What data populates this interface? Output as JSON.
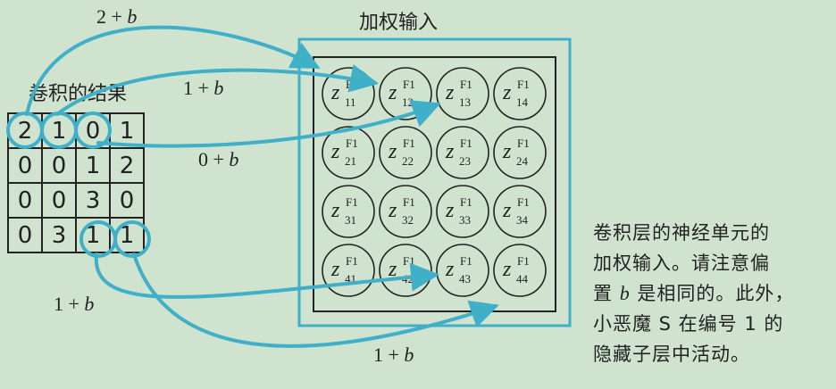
{
  "labels": {
    "conv_result": "卷积的结果",
    "weighted_input": "加权输入"
  },
  "edge_labels": [
    "2 + b",
    "1 + b",
    "0 + b",
    "1 + b",
    "1 + b"
  ],
  "grid": [
    [
      "2",
      "1",
      "0",
      "1"
    ],
    [
      "0",
      "0",
      "1",
      "2"
    ],
    [
      "0",
      "0",
      "3",
      "0"
    ],
    [
      "0",
      "3",
      "1",
      "1"
    ]
  ],
  "neuron_symbol": "z",
  "neuron_superscript": "F1",
  "neurons": [
    [
      "11",
      "12",
      "13",
      "14"
    ],
    [
      "21",
      "22",
      "23",
      "24"
    ],
    [
      "31",
      "32",
      "33",
      "34"
    ],
    [
      "41",
      "42",
      "43",
      "44"
    ]
  ],
  "caption": {
    "line1": "卷积层的神经单元的",
    "line2": "加权输入。请注意偏",
    "line3_pre": "置 ",
    "line3_var": "b",
    "line3_post": " 是相同的。此外，",
    "line4": "小恶魔 S 在编号 1 的",
    "line5": "隐藏子层中活动。"
  },
  "colors": {
    "background": "#cfe3cf",
    "accent": "#3fb0c8",
    "ink": "#222222"
  }
}
